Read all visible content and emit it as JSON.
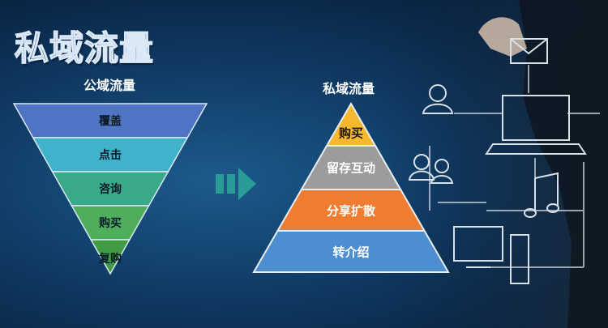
{
  "title": "私域流量",
  "funnel": {
    "title": "公域流量",
    "layers": [
      "覆盖",
      "点击",
      "咨询",
      "购买",
      "复购"
    ]
  },
  "pyramid": {
    "title": "私域流量",
    "layers": [
      "购买",
      "留存互动",
      "分享扩散",
      "转介绍"
    ]
  },
  "colors": {
    "funnel": [
      "#4f74c4",
      "#3fb3c9",
      "#3aa98a",
      "#4fae5c",
      "#3f9b44"
    ],
    "pyramid": [
      "#f5b82e",
      "#9c9c9c",
      "#ef7d31",
      "#4c8ed0"
    ],
    "arrow": "#2a9c96"
  }
}
